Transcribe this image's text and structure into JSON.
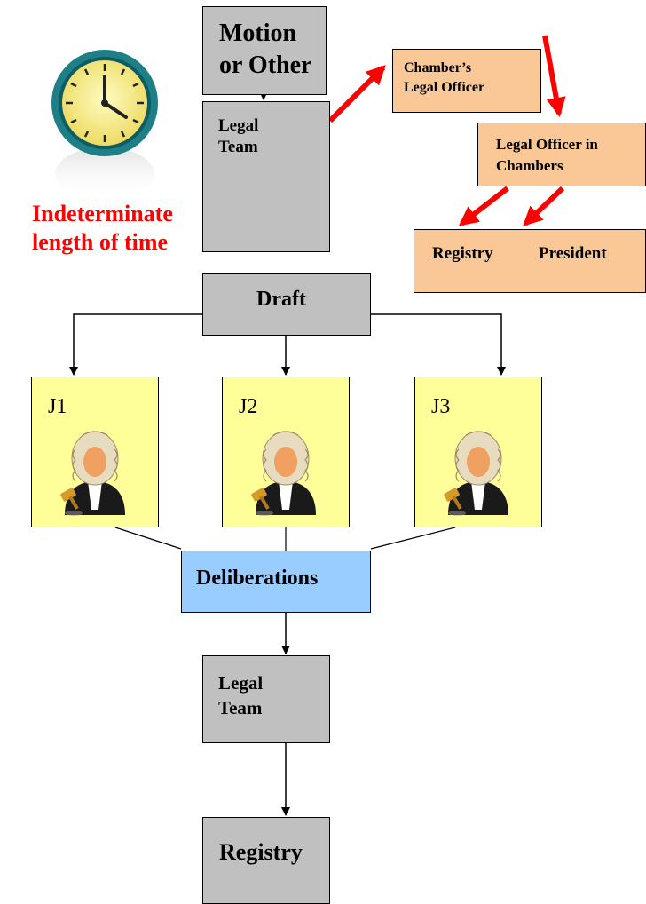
{
  "boxes": {
    "motion": {
      "line1": "Motion",
      "line2": "or Other"
    },
    "legal_team_top": {
      "line1": "Legal",
      "line2": "Team"
    },
    "chambers_legal_officer": {
      "line1": "Chamber’s",
      "line2": "Legal Officer"
    },
    "legal_officer_in_chambers": {
      "line1": "Legal Officer in",
      "line2": "Chambers"
    },
    "registry_president": {
      "registry": "Registry",
      "president": "President"
    },
    "draft": "Draft",
    "judges": [
      "J1",
      "J2",
      "J3"
    ],
    "deliberations": "Deliberations",
    "legal_team_bottom": {
      "line1": "Legal",
      "line2": "Team"
    },
    "registry_final": "Registry"
  },
  "clock_caption": {
    "line1": "Indeterminate",
    "line2": "length of time"
  },
  "icons": {
    "clock": "clock-icon",
    "judge": "judge-icon"
  },
  "colors": {
    "gray_box": "#c0c0c0",
    "peach_box": "#fac896",
    "judge_box": "#ffff99",
    "deliberations_box": "#99ccff",
    "red_arrow": "#ff0000",
    "caption_red": "#ff0000",
    "clock_rim": "#1f7f86"
  }
}
